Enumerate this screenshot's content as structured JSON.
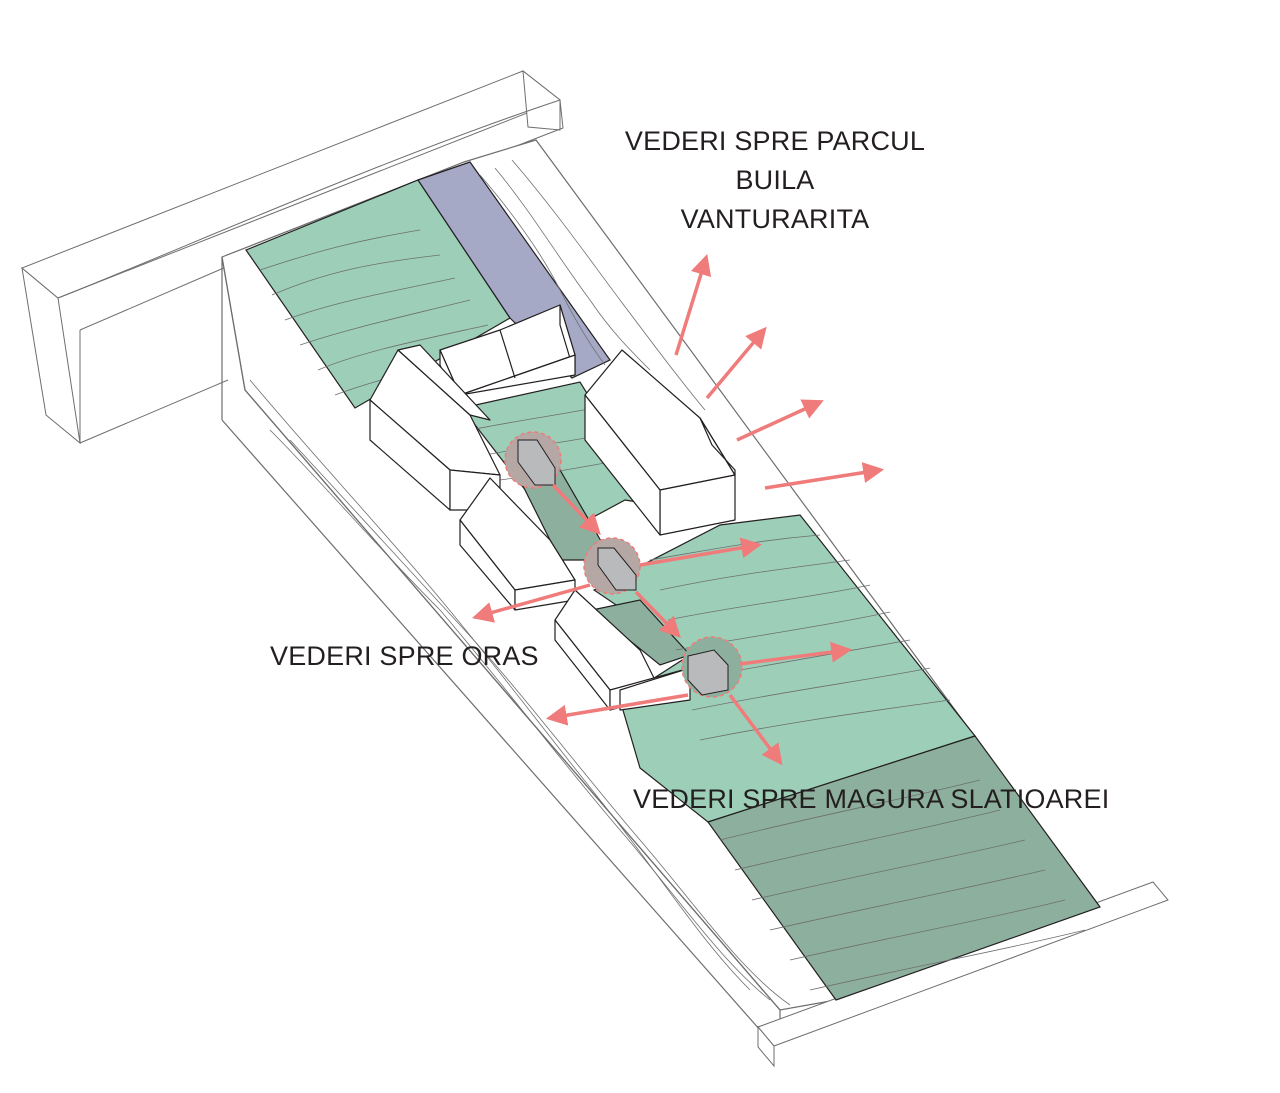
{
  "labels": {
    "parc_line1": "VEDERI SPRE PARCUL",
    "parc_line2": "BUILA",
    "parc_line3": "VANTURARITA",
    "oras": "VEDERI SPRE ORAS",
    "magura": "VEDERI SPRE MAGURA SLATIOAREI"
  },
  "colors": {
    "garden_green": "#9dcfb8",
    "dark_green": "#8db09e",
    "path_blue_gray": "#a5a9c6",
    "view_arrow": "#ef7b7a",
    "viewpoint_fill": "#b5a7a3",
    "outline": "#58595b",
    "contour": "#6d6e70",
    "building_fill": "#ffffff"
  },
  "icons": {
    "arrow": "view-direction-arrow",
    "viewpoint": "viewpoint-circle"
  }
}
